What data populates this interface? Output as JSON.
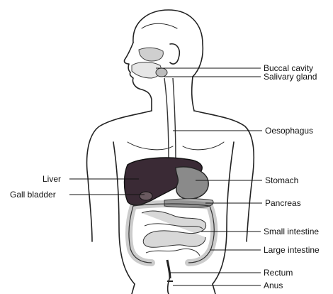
{
  "labels": {
    "buccal_cavity": "Buccal cavity",
    "salivary_gland": "Salivary gland",
    "oesophagus": "Oesophagus",
    "liver": "Liver",
    "stomach": "Stomach",
    "gall_bladder": "Gall bladder",
    "pancreas": "Pancreas",
    "small_intestine": "Small intestine",
    "large_intestine": "Large intestine",
    "rectum": "Rectum",
    "anus": "Anus"
  },
  "colors": {
    "outline": "#222222",
    "liver": "#3a2a35",
    "stomach": "#8a8a8a",
    "intestine": "#d8d8d8"
  }
}
